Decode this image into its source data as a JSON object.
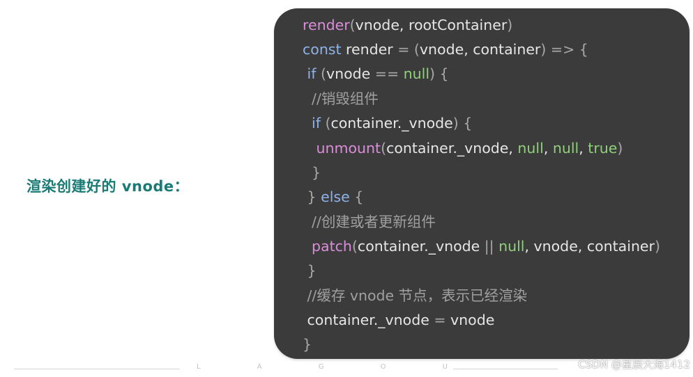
{
  "heading": "渲染创建好的 vnode：",
  "code_lines": [
    [
      {
        "t": "render",
        "c": "fn"
      },
      {
        "t": "(",
        "c": "p"
      },
      {
        "t": "vnode, rootContainer",
        "c": "id"
      },
      {
        "t": ")",
        "c": "p"
      }
    ],
    [
      {
        "t": "const",
        "c": "kw"
      },
      {
        "t": " render ",
        "c": "id"
      },
      {
        "t": "= (",
        "c": "p"
      },
      {
        "t": "vnode, container",
        "c": "id"
      },
      {
        "t": ") => {",
        "c": "p"
      }
    ],
    [
      {
        "t": " if",
        "c": "kw"
      },
      {
        "t": " (",
        "c": "p"
      },
      {
        "t": "vnode ",
        "c": "id"
      },
      {
        "t": "== ",
        "c": "p"
      },
      {
        "t": "null",
        "c": "lit"
      },
      {
        "t": ") {",
        "c": "p"
      }
    ],
    [
      {
        "t": "  //销毁组件",
        "c": "cm"
      }
    ],
    [
      {
        "t": "  if",
        "c": "kw"
      },
      {
        "t": " (",
        "c": "p"
      },
      {
        "t": "container._vnode",
        "c": "id"
      },
      {
        "t": ") {",
        "c": "p"
      }
    ],
    [
      {
        "t": "   unmount",
        "c": "fn"
      },
      {
        "t": "(",
        "c": "p"
      },
      {
        "t": "container._vnode, ",
        "c": "id"
      },
      {
        "t": "null",
        "c": "lit"
      },
      {
        "t": ", ",
        "c": "id"
      },
      {
        "t": "null",
        "c": "lit"
      },
      {
        "t": ", ",
        "c": "id"
      },
      {
        "t": "true",
        "c": "lit"
      },
      {
        "t": ")",
        "c": "p"
      }
    ],
    [
      {
        "t": "  }",
        "c": "p"
      }
    ],
    [
      {
        "t": " } ",
        "c": "p"
      },
      {
        "t": "else",
        "c": "kw"
      },
      {
        "t": " {",
        "c": "p"
      }
    ],
    [
      {
        "t": "  //创建或者更新组件",
        "c": "cm"
      }
    ],
    [
      {
        "t": "  patch",
        "c": "fn"
      },
      {
        "t": "(",
        "c": "p"
      },
      {
        "t": "container._vnode ",
        "c": "id"
      },
      {
        "t": "|| ",
        "c": "p"
      },
      {
        "t": "null",
        "c": "lit"
      },
      {
        "t": ", vnode, container",
        "c": "id"
      },
      {
        "t": ")",
        "c": "p"
      }
    ],
    [
      {
        "t": " }",
        "c": "p"
      }
    ],
    [
      {
        "t": " //缓存 vnode 节点，表示已经渲染",
        "c": "cm"
      }
    ],
    [
      {
        "t": " container._vnode ",
        "c": "id"
      },
      {
        "t": "= ",
        "c": "p"
      },
      {
        "t": "vnode",
        "c": "id"
      }
    ],
    [
      {
        "t": "}",
        "c": "p"
      }
    ]
  ],
  "footer_brand_letters": [
    "L",
    "A",
    "G",
    "O",
    "U"
  ],
  "watermark": "CSDN @星辰大海1412",
  "colors": {
    "heading": "#1a7a74",
    "panel_background": "#3b3b3b",
    "function_name": "#d98fd8",
    "keyword": "#8fb3e8",
    "literal": "#8fd17a",
    "identifier": "#e6e6e6",
    "punctuation": "#a8a8a8",
    "comment": "#a0a0a0"
  }
}
